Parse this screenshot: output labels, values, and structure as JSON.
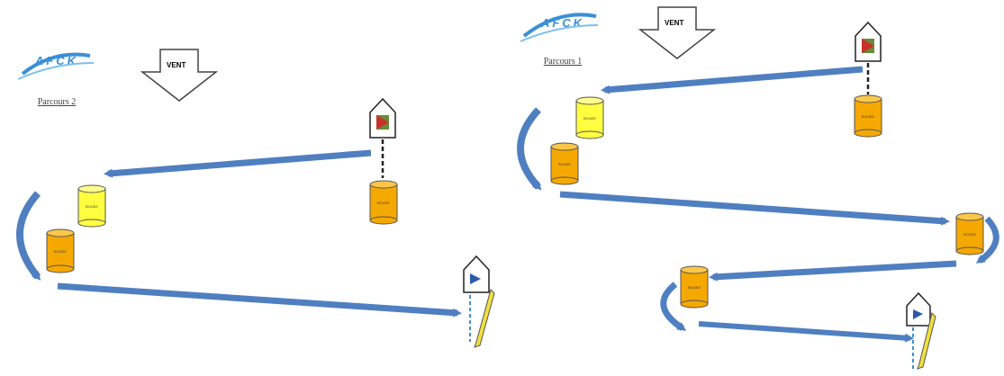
{
  "panels": [
    {
      "id": "left",
      "logo_text": "AFCK",
      "course_label": "Parcours 2",
      "wind_label": "VENT",
      "buoy_label": "BOUEE"
    },
    {
      "id": "right",
      "logo_text": "AFCK",
      "course_label": "Parcours 1",
      "wind_label": "VENT",
      "buoy_label": "BOUEE"
    }
  ],
  "colors": {
    "arrow": "#4f7fc0",
    "buoy_orange": "#f5a800",
    "buoy_yellow": "#ffff40",
    "logo_blue": "#3a8fd6",
    "pen_yellow": "#f0e040"
  }
}
